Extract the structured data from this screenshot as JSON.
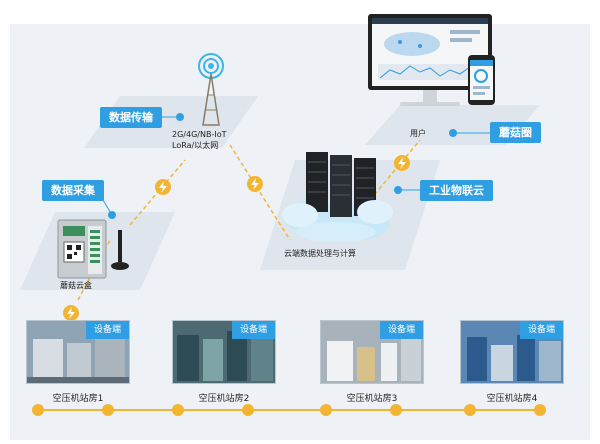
{
  "colors": {
    "accent": "#2f9ee2",
    "line": "#f3b531",
    "bolt_fill": "#f3b531",
    "panel_bg": "#eef1f5"
  },
  "tags": {
    "data_transmission": "数据传输",
    "data_collection": "数据采集",
    "mogu_circle": "蘑菇圈",
    "industrial_iot_cloud": "工业物联云"
  },
  "labels": {
    "network_line1": "2G/4G/NB-IoT",
    "network_line2": "LoRa/以太网",
    "user": "用户",
    "mogu_box": "蘑菇云盒",
    "cloud_processing": "云端数据处理与计算"
  },
  "stations": [
    {
      "name": "空压机站房1",
      "equipment_tag": "设备端"
    },
    {
      "name": "空压机站房2",
      "equipment_tag": "设备端"
    },
    {
      "name": "空压机站房3",
      "equipment_tag": "设备端"
    },
    {
      "name": "空压机站房4",
      "equipment_tag": "设备端"
    }
  ],
  "icons": [
    "antenna-tower-icon",
    "lightning-bolt-icon",
    "server-rack-icon",
    "cloud-icon",
    "monitor-icon",
    "phone-icon",
    "collector-box-icon"
  ]
}
